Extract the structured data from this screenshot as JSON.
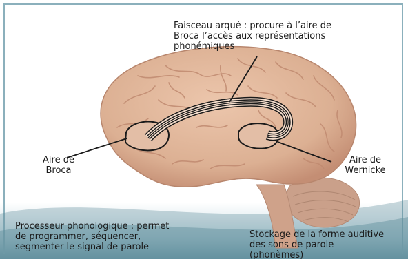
{
  "labels": {
    "faisceau": "Faisceau arqué : procure à l’aire de\nBroca l’accès aux représentations\nphonémiques",
    "broca": "Aire de\nBroca",
    "wernicke": "Aire de\nWernicke",
    "processeur": "Processeur phonologique : permet\nde programmer, séquencer,\nsegmenter le signal de parole",
    "stockage": "Stockage de la forme auditive\ndes sons de parole\n(phonèmes)"
  },
  "colors": {
    "brain": "#e0b79c",
    "brain_shade": "#c99279",
    "outline": "#1a1a1a",
    "accent": "#8bb0bc"
  }
}
